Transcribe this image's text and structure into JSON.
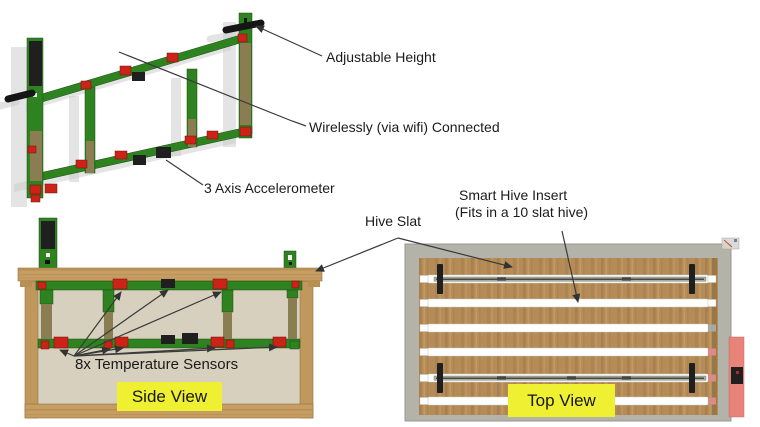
{
  "title": "Smart Hive Insert diagram",
  "callouts": {
    "adjustable_height": "Adjustable Height",
    "wirelessly_connected": "Wirelessly (via wifi) Connected",
    "accelerometer": "3 Axis Accelerometer",
    "hive_slat": "Hive Slat",
    "smart_hive_insert_line1": "Smart Hive Insert",
    "smart_hive_insert_line2": "(Fits in a 10 slat hive)",
    "temperature_sensors": "8x Temperature Sensors"
  },
  "view_labels": {
    "side_view": "Side View",
    "top_view": "Top View"
  },
  "colors": {
    "pcb_green": "#2e8220",
    "sensor_red": "#cc2218",
    "module_black": "#1f1f1f",
    "frame_wood": "#c69d62",
    "post_wood": "#8a7d52",
    "interior_beige": "#d8d0bf",
    "hive_box_gray": "#b3b3aa",
    "slat_wood": "#b58c58",
    "label_yellow": "#f0f033",
    "electronics_salmon": "#e8837a"
  }
}
